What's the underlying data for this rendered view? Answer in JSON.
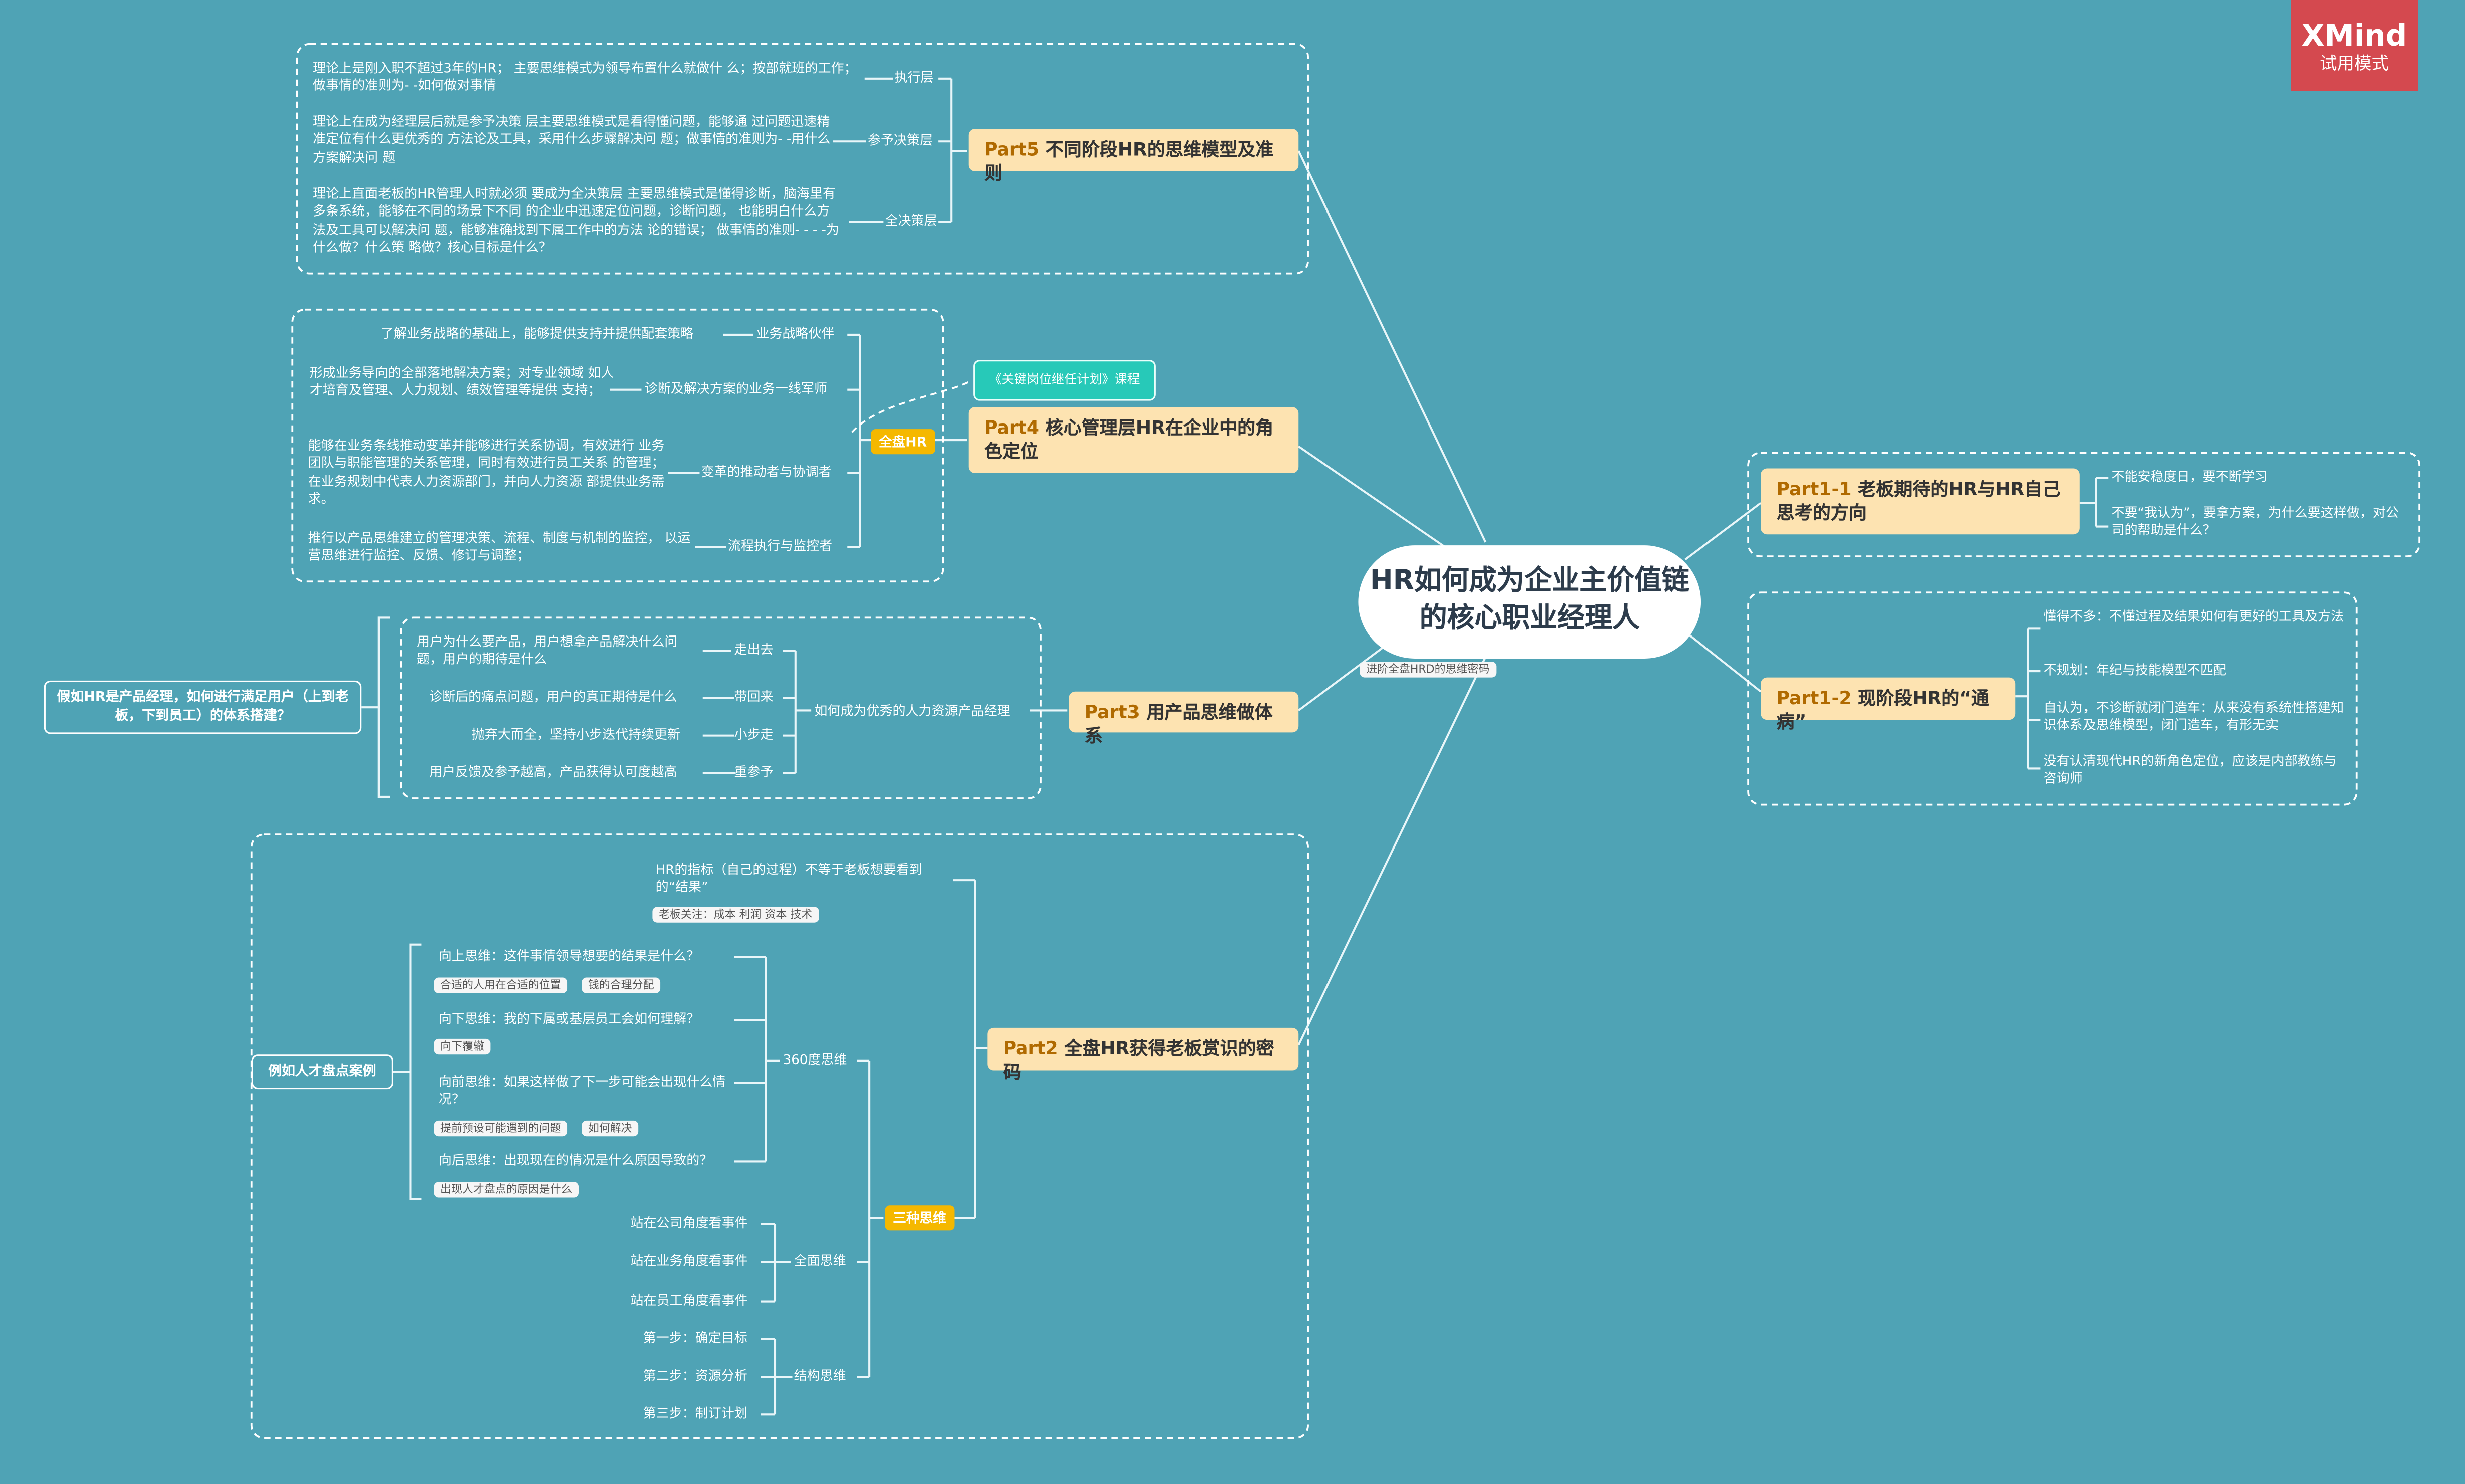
{
  "central": {
    "title": "HR如何成为企业主价值链的核心职业经理人",
    "tag": "进阶全盘HRD的思维密码"
  },
  "brand": {
    "name": "XMind",
    "mode": "试用模式"
  },
  "part5": {
    "num": "Part5",
    "title": "不同阶段HR的思维模型及准则",
    "levels": [
      {
        "label": "执行层",
        "desc": "理论上是刚入职不超过3年的HR； 主要思维模式为领导布置什么就做什 么；按部就班的工作； 做事情的准则为- -如何做对事情"
      },
      {
        "label": "参予决策层",
        "desc": "理论上在成为经理层后就是参予决策 层主要思维模式是看得懂问题，能够通 过问题迅速精准定位有什么更优秀的 方法论及工具，采用什么步骤解决问 题；做事情的准则为- -用什么方案解决问 题"
      },
      {
        "label": "全决策层",
        "desc": "理论上直面老板的HR管理人时就必须 要成为全决策层 主要思维模式是懂得诊断，脑海里有 多条系统，能够在不同的场景下不同 的企业中迅速定位问题，诊断问题， 也能明白什么方法及工具可以解决问 题，能够准确找到下属工作中的方法 论的错误； 做事情的准则- - - -为什么做？什么策 略做？核心目标是什么？"
      }
    ]
  },
  "part4": {
    "num": "Part4",
    "title": "核心管理层HR在企业中的角色定位",
    "badge": "全盘HR",
    "course": "《关键岗位继任计划》课程",
    "roles": [
      {
        "label": "业务战略伙伴",
        "desc": "了解业务战略的基础上，能够提供支持并提供配套策略"
      },
      {
        "label": "诊断及解决方案的业务一线军师",
        "desc": "形成业务导向的全部落地解决方案；对专业领域 如人才培育及管理、人力规划、绩效管理等提供 支持；"
      },
      {
        "label": "变革的推动者与协调者",
        "desc": "能够在业务条线推动变革并能够进行关系协调，有效进行 业务团队与职能管理的关系管理，同时有效进行员工关系 的管理；在业务规划中代表人力资源部门，并向人力资源 部提供业务需求。"
      },
      {
        "label": "流程执行与监控者",
        "desc": "推行以产品思维建立的管理决策、流程、制度与机制的监控， 以运营思维进行监控、反馈、修订与调整；"
      }
    ]
  },
  "part3": {
    "num": "Part3",
    "title": "用产品思维做体系",
    "question": "如何成为优秀的人力资源产品经理",
    "note": "假如HR是产品经理，如何进行满足用户（上到老板，下到员工）的体系搭建？",
    "steps": [
      {
        "label": "走出去",
        "desc": "用户为什么要产品，用户想拿产品解决什么问 题，用户的期待是什么"
      },
      {
        "label": "带回来",
        "desc": "诊断后的痛点问题，用户的真正期待是什么"
      },
      {
        "label": "小步走",
        "desc": "抛弃大而全，坚持小步迭代持续更新"
      },
      {
        "label": "重参予",
        "desc": "用户反馈及参予越高，产品获得认可度越高"
      }
    ]
  },
  "part2": {
    "num": "Part2",
    "title": "全盘HR获得老板赏识的密码",
    "metric": "HR的指标（自己的过程）不等于老板想要看到的“结果”",
    "metric_tag": "老板关注：成本 利润 资本 技术",
    "badge": "三种思维",
    "case_note": "例如人才盘点案例",
    "thinking360": {
      "label": "360度思维",
      "items": [
        {
          "text": "向上思维：这件事情领导想要的结果是什么？",
          "tags": [
            "合适的人用在合适的位置",
            "钱的合理分配"
          ]
        },
        {
          "text": "向下思维：我的下属或基层员工会如何理解？",
          "tags": [
            "向下覆辙"
          ]
        },
        {
          "text": "向前思维：如果这样做了下一步可能会出现什么情况？",
          "tags": [
            "提前预设可能遇到的问题",
            "如何解决"
          ]
        },
        {
          "text": "向后思维：出现现在的情况是什么原因导致的？",
          "tags": [
            "出现人才盘点的原因是什么"
          ]
        }
      ]
    },
    "whole": {
      "label": "全面思维",
      "items": [
        "站在公司角度看事件",
        "站在业务角度看事件",
        "站在员工角度看事件"
      ]
    },
    "structure": {
      "label": "结构思维",
      "items": [
        "第一步：确定目标",
        "第二步：资源分析",
        "第三步：制订计划"
      ]
    }
  },
  "part1_1": {
    "num": "Part1-1",
    "title": "老板期待的HR与HR自己思考的方向",
    "items": [
      "不能安稳度日，要不断学习",
      "不要“我认为”，要拿方案，为什么要这样做，对公司的帮助是什么？"
    ]
  },
  "part1_2": {
    "num": "Part1-2",
    "title": "现阶段HR的“通病”",
    "items": [
      "懂得不多：不懂过程及结果如何有更好的工具及方法",
      "不规划：年纪与技能模型不匹配",
      "自认为，不诊断就闭门造车：从来没有系统性搭建知识体系及思维模型，闭门造车，有形无实",
      "没有认清现代HR的新角色定位，应该是内部教练与咨询师"
    ]
  }
}
